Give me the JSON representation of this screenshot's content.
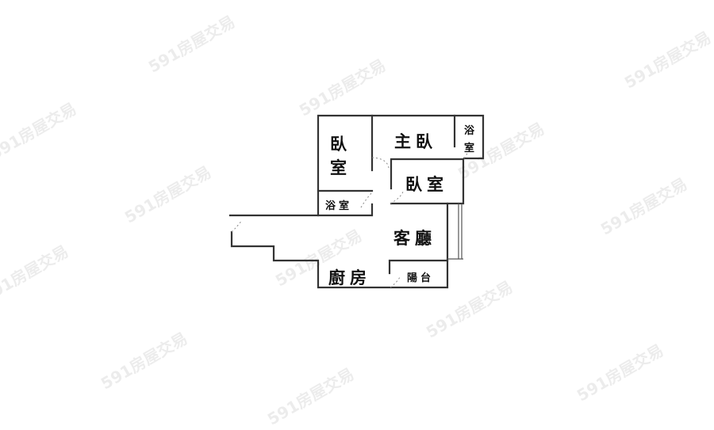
{
  "watermark": "591房屋交易",
  "rooms": {
    "bedroom_left": [
      "臥",
      "室"
    ],
    "master_bedroom": "主臥",
    "master_bath": [
      "浴",
      "室"
    ],
    "bedroom_right": "臥室",
    "bathroom": "浴室",
    "living_room": "客廳",
    "kitchen": "廚房",
    "balcony": "陽台"
  }
}
